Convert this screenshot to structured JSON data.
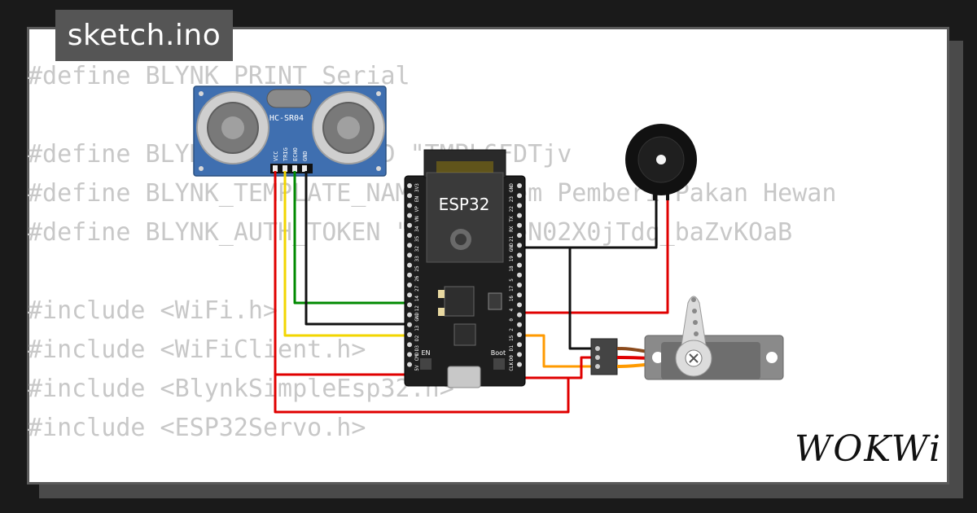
{
  "file_tab": {
    "label": "sketch.ino"
  },
  "code_lines": [
    "#define BLYNK_PRINT Serial",
    "",
    "#define BLYNK_TEMPLATE_ID \"TMPL6FDTjv",
    "#define BLYNK_TEMPLATE_NAME \"Sistem Pemberi Pakan Hewan",
    "#define BLYNK_AUTH_TOKEN \"gPtC32yeN02X0jTdq_baZvKOaB",
    "",
    "#include <WiFi.h>",
    "#include <WiFiClient.h>",
    "#include <BlynkSimpleEsp32.h>",
    "#include <ESP32Servo.h>"
  ],
  "sensor": {
    "label": "HC-SR04",
    "pins": [
      "VCC",
      "TRIG",
      "ECHO",
      "GND"
    ]
  },
  "board": {
    "label": "ESP32",
    "left_pins": [
      "3V3",
      "EN",
      "VP",
      "VN",
      "34",
      "35",
      "32",
      "33",
      "25",
      "26",
      "27",
      "14",
      "12",
      "GND",
      "13",
      "D2",
      "D3",
      "CMD",
      "5V"
    ],
    "right_pins": [
      "GND",
      "23",
      "22",
      "TX",
      "RX",
      "21",
      "GND",
      "19",
      "18",
      "5",
      "17",
      "16",
      "4",
      "0",
      "2",
      "15",
      "D1",
      "D0",
      "CLK"
    ],
    "button_en": "EN",
    "button_boot": "Boot"
  },
  "brand": {
    "label": "WOKWi"
  },
  "colors": {
    "wire_red": "#e00000",
    "wire_green": "#008a00",
    "wire_black": "#111111",
    "wire_yellow": "#f2d600",
    "wire_orange": "#ff9a00",
    "board": "#1e1e1e",
    "sensor": "#3f6fb0"
  }
}
